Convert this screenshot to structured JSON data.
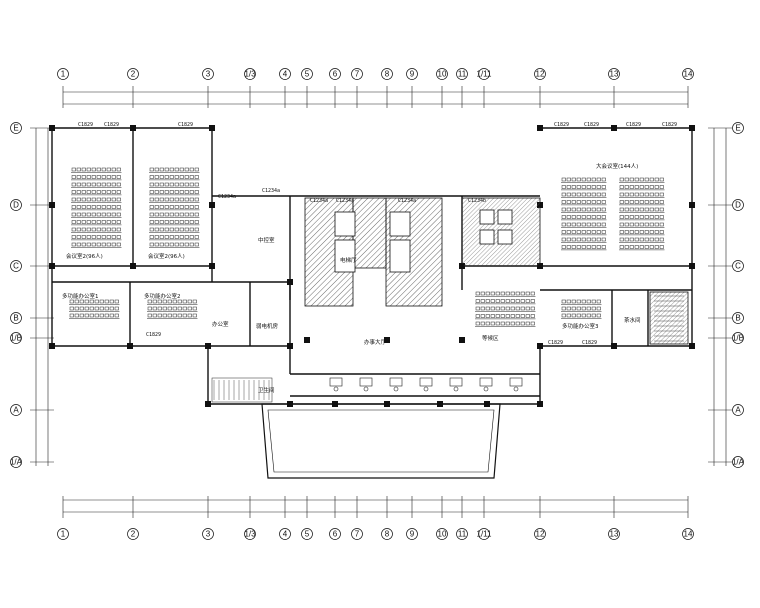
{
  "grid": {
    "columns": [
      "1",
      "2",
      "3",
      "1/3",
      "4",
      "5",
      "6",
      "7",
      "8",
      "9",
      "10",
      "11",
      "1/11",
      "12",
      "13",
      "14"
    ],
    "rows": [
      "E",
      "D",
      "C",
      "B",
      "1/B",
      "A",
      "1/A"
    ]
  },
  "rooms": {
    "meeting_left_1": "会议室2(96人)",
    "meeting_left_2": "会议室2(96人)",
    "meeting_right": "大会议室(144人)",
    "office_multi_1": "多功能办公室1",
    "office_multi_2": "多功能办公室2",
    "office_small": "办公室",
    "office_large": "多功能办公室3",
    "lobby": "办事大厅",
    "waiting": "等候区",
    "tea_room": "茶水间",
    "control_room": "弱电机房",
    "reception": "中控室",
    "toilet": "卫生间",
    "center_core": "电梯厅"
  },
  "windows": {
    "c1829": "C1829",
    "c1234a": "C1234a",
    "c1234b": "C1234b"
  }
}
